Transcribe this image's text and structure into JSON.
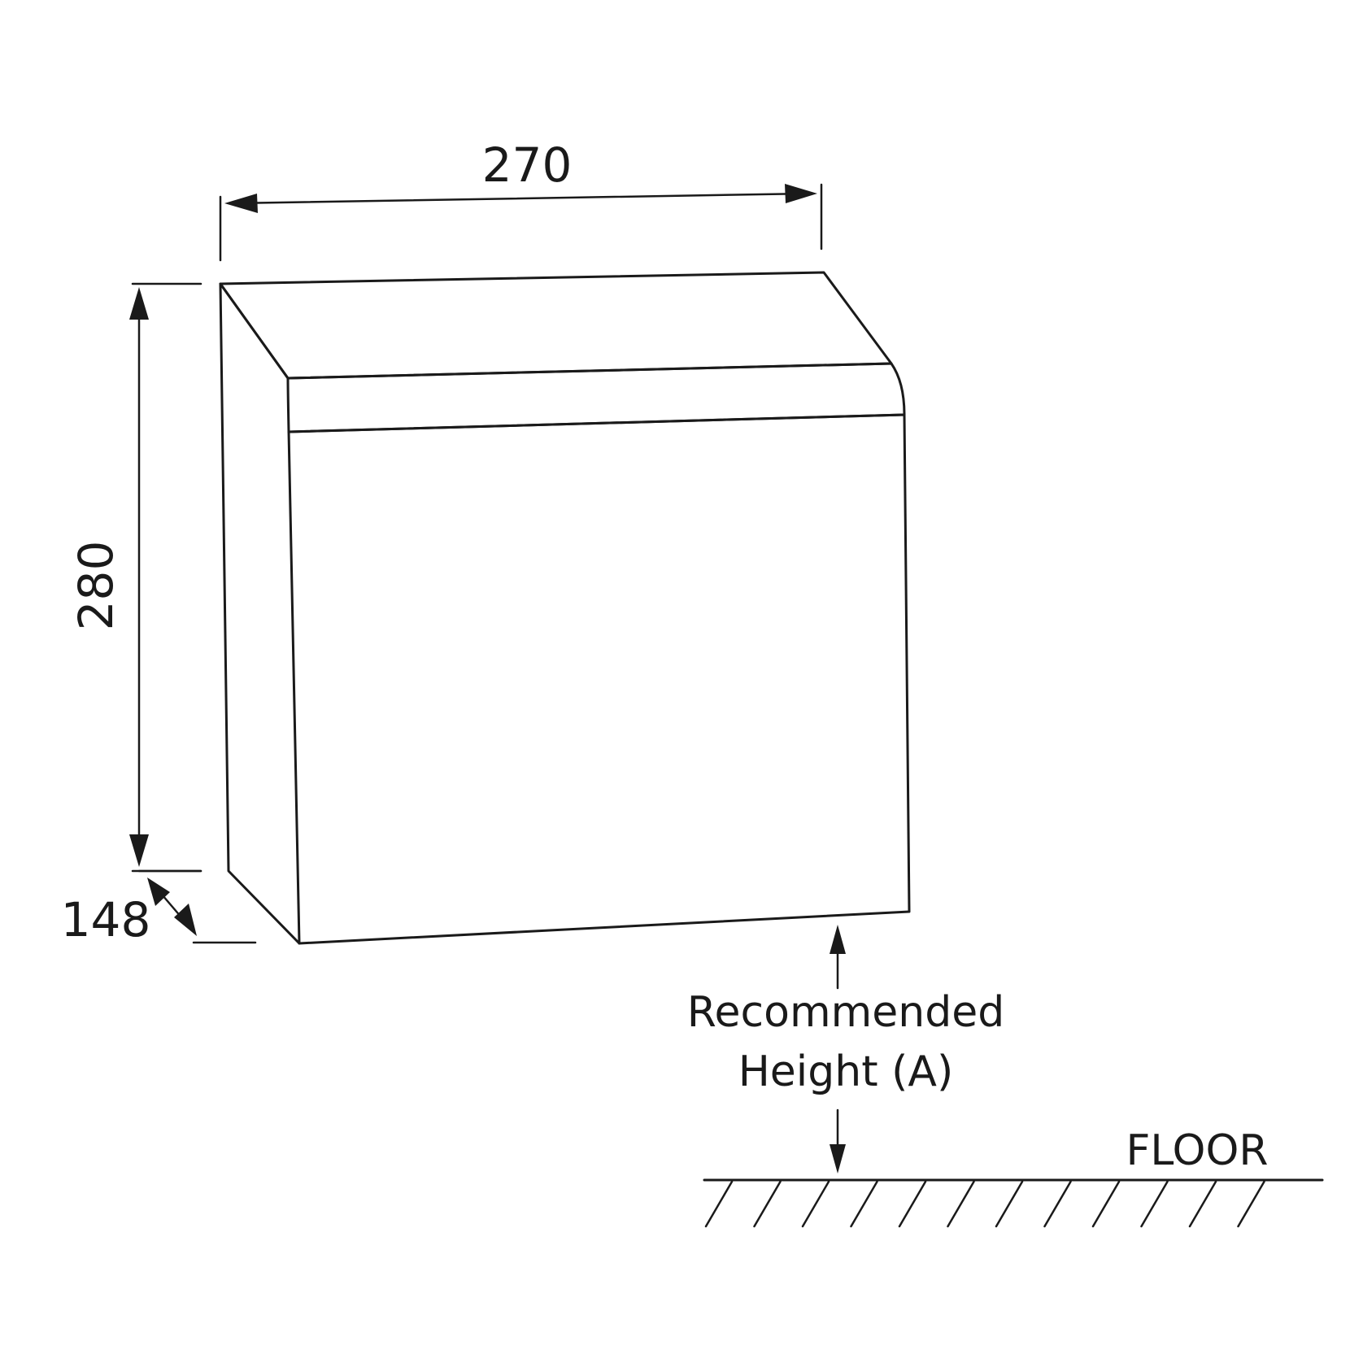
{
  "dimensions": {
    "width": "270",
    "height": "280",
    "depth": "148"
  },
  "labels": {
    "recommended_line1": "Recommended",
    "recommended_line2": "Height (A)",
    "floor": "FLOOR"
  },
  "colors": {
    "line": "#1a1a1a",
    "background": "#ffffff"
  }
}
